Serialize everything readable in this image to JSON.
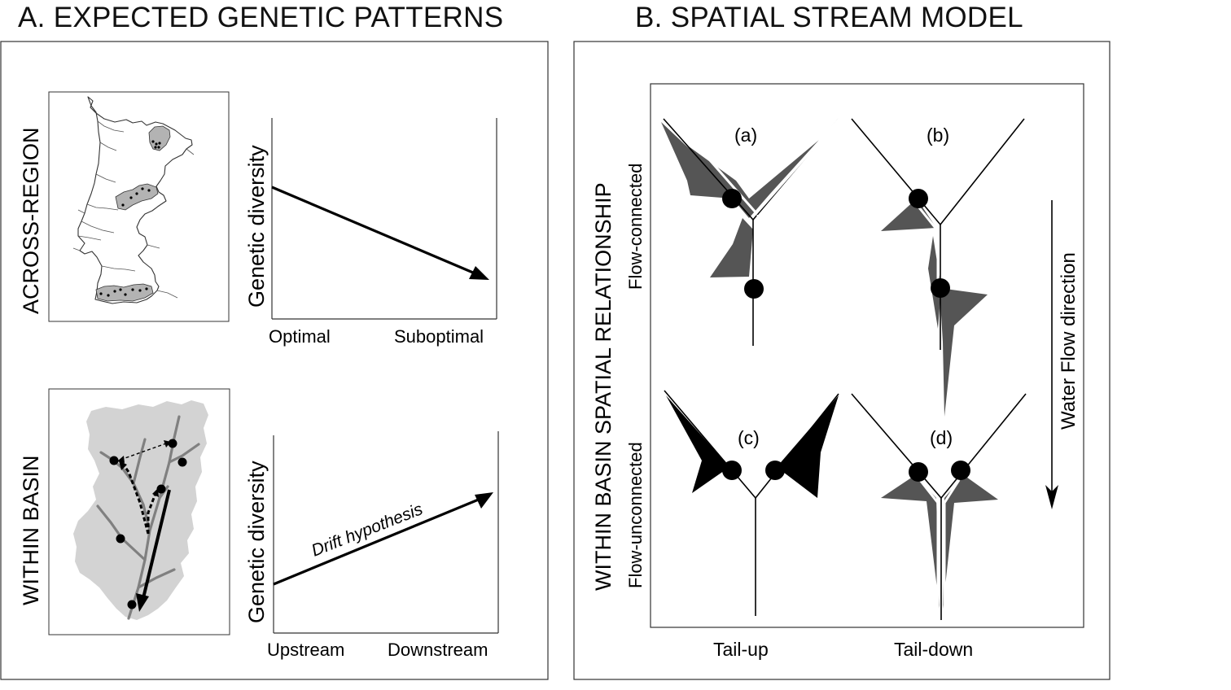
{
  "panel_a": {
    "title": "A. EXPECTED GENETIC PATTERNS",
    "row_top": {
      "side_label": "ACROSS-REGION",
      "y_label": "Genetic diversity",
      "x_left": "Optimal",
      "x_right": "Suboptimal"
    },
    "row_bottom": {
      "side_label": "WITHIN BASIN",
      "y_label": "Genetic diversity",
      "x_left": "Upstream",
      "x_right": "Downstream",
      "arrow_label": "Drift hypothesis"
    }
  },
  "panel_b": {
    "title": "B. SPATIAL STREAM MODEL",
    "y_label_main": "WITHIN BASIN SPATIAL RELATIONSHIP",
    "row_top_label": "Flow-connected",
    "row_bottom_label": "Flow-unconnected",
    "col_left_label": "Tail-up",
    "col_right_label": "Tail-down",
    "flow_label": "Water Flow direction",
    "subpanels": [
      "(a)",
      "(b)",
      "(c)",
      "(d)"
    ]
  },
  "colors": {
    "dark_gray": "#555555",
    "light_gray": "#d3d3d3",
    "map_fill": "#b3b3b3",
    "black": "#000000"
  }
}
